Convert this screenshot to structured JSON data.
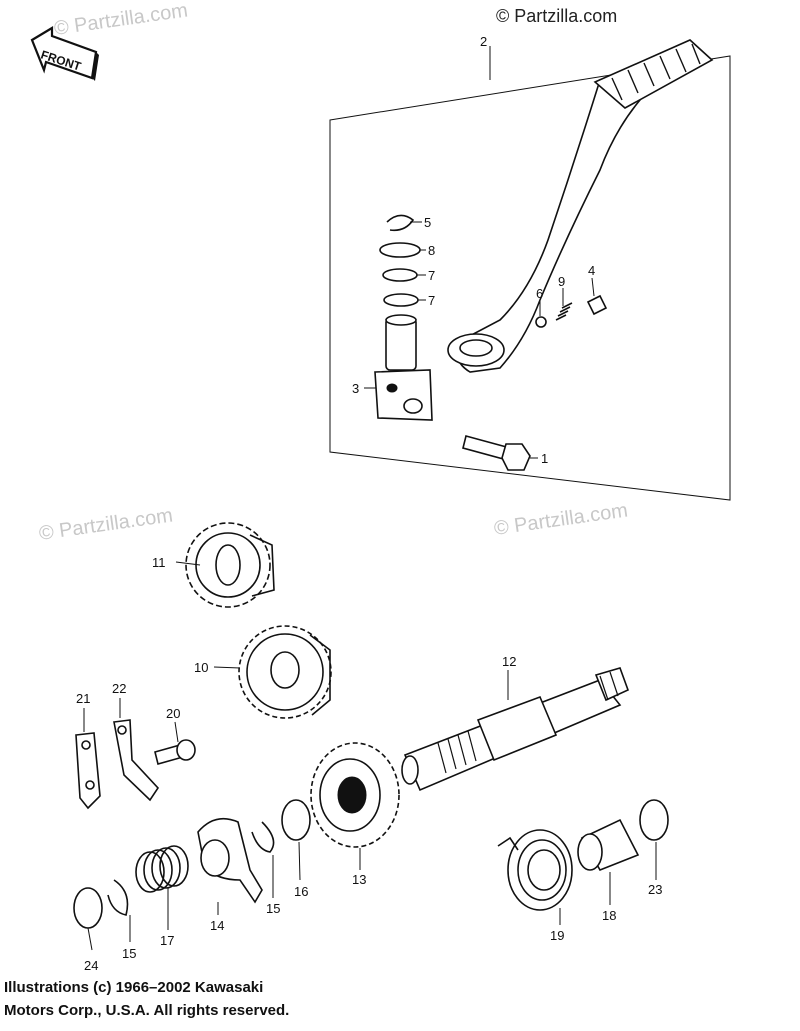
{
  "watermarks": {
    "top": "© Partzilla.com",
    "repeat": "© Partzilla.com"
  },
  "front_arrow": {
    "label": "FRONT"
  },
  "callouts": {
    "c1": "1",
    "c2": "2",
    "c3": "3",
    "c4": "4",
    "c5": "5",
    "c6": "6",
    "c7a": "7",
    "c7b": "7",
    "c8": "8",
    "c9": "9",
    "c10": "10",
    "c11": "11",
    "c12": "12",
    "c13": "13",
    "c14": "14",
    "c15a": "15",
    "c15b": "15",
    "c16": "16",
    "c17": "17",
    "c18": "18",
    "c19": "19",
    "c20": "20",
    "c21": "21",
    "c22": "22",
    "c23": "23",
    "c24": "24"
  },
  "copyright": {
    "line1": "Illustrations (c) 1966–2002 Kawasaki",
    "line2": "Motors Corp., U.S.A.  All rights reserved."
  }
}
